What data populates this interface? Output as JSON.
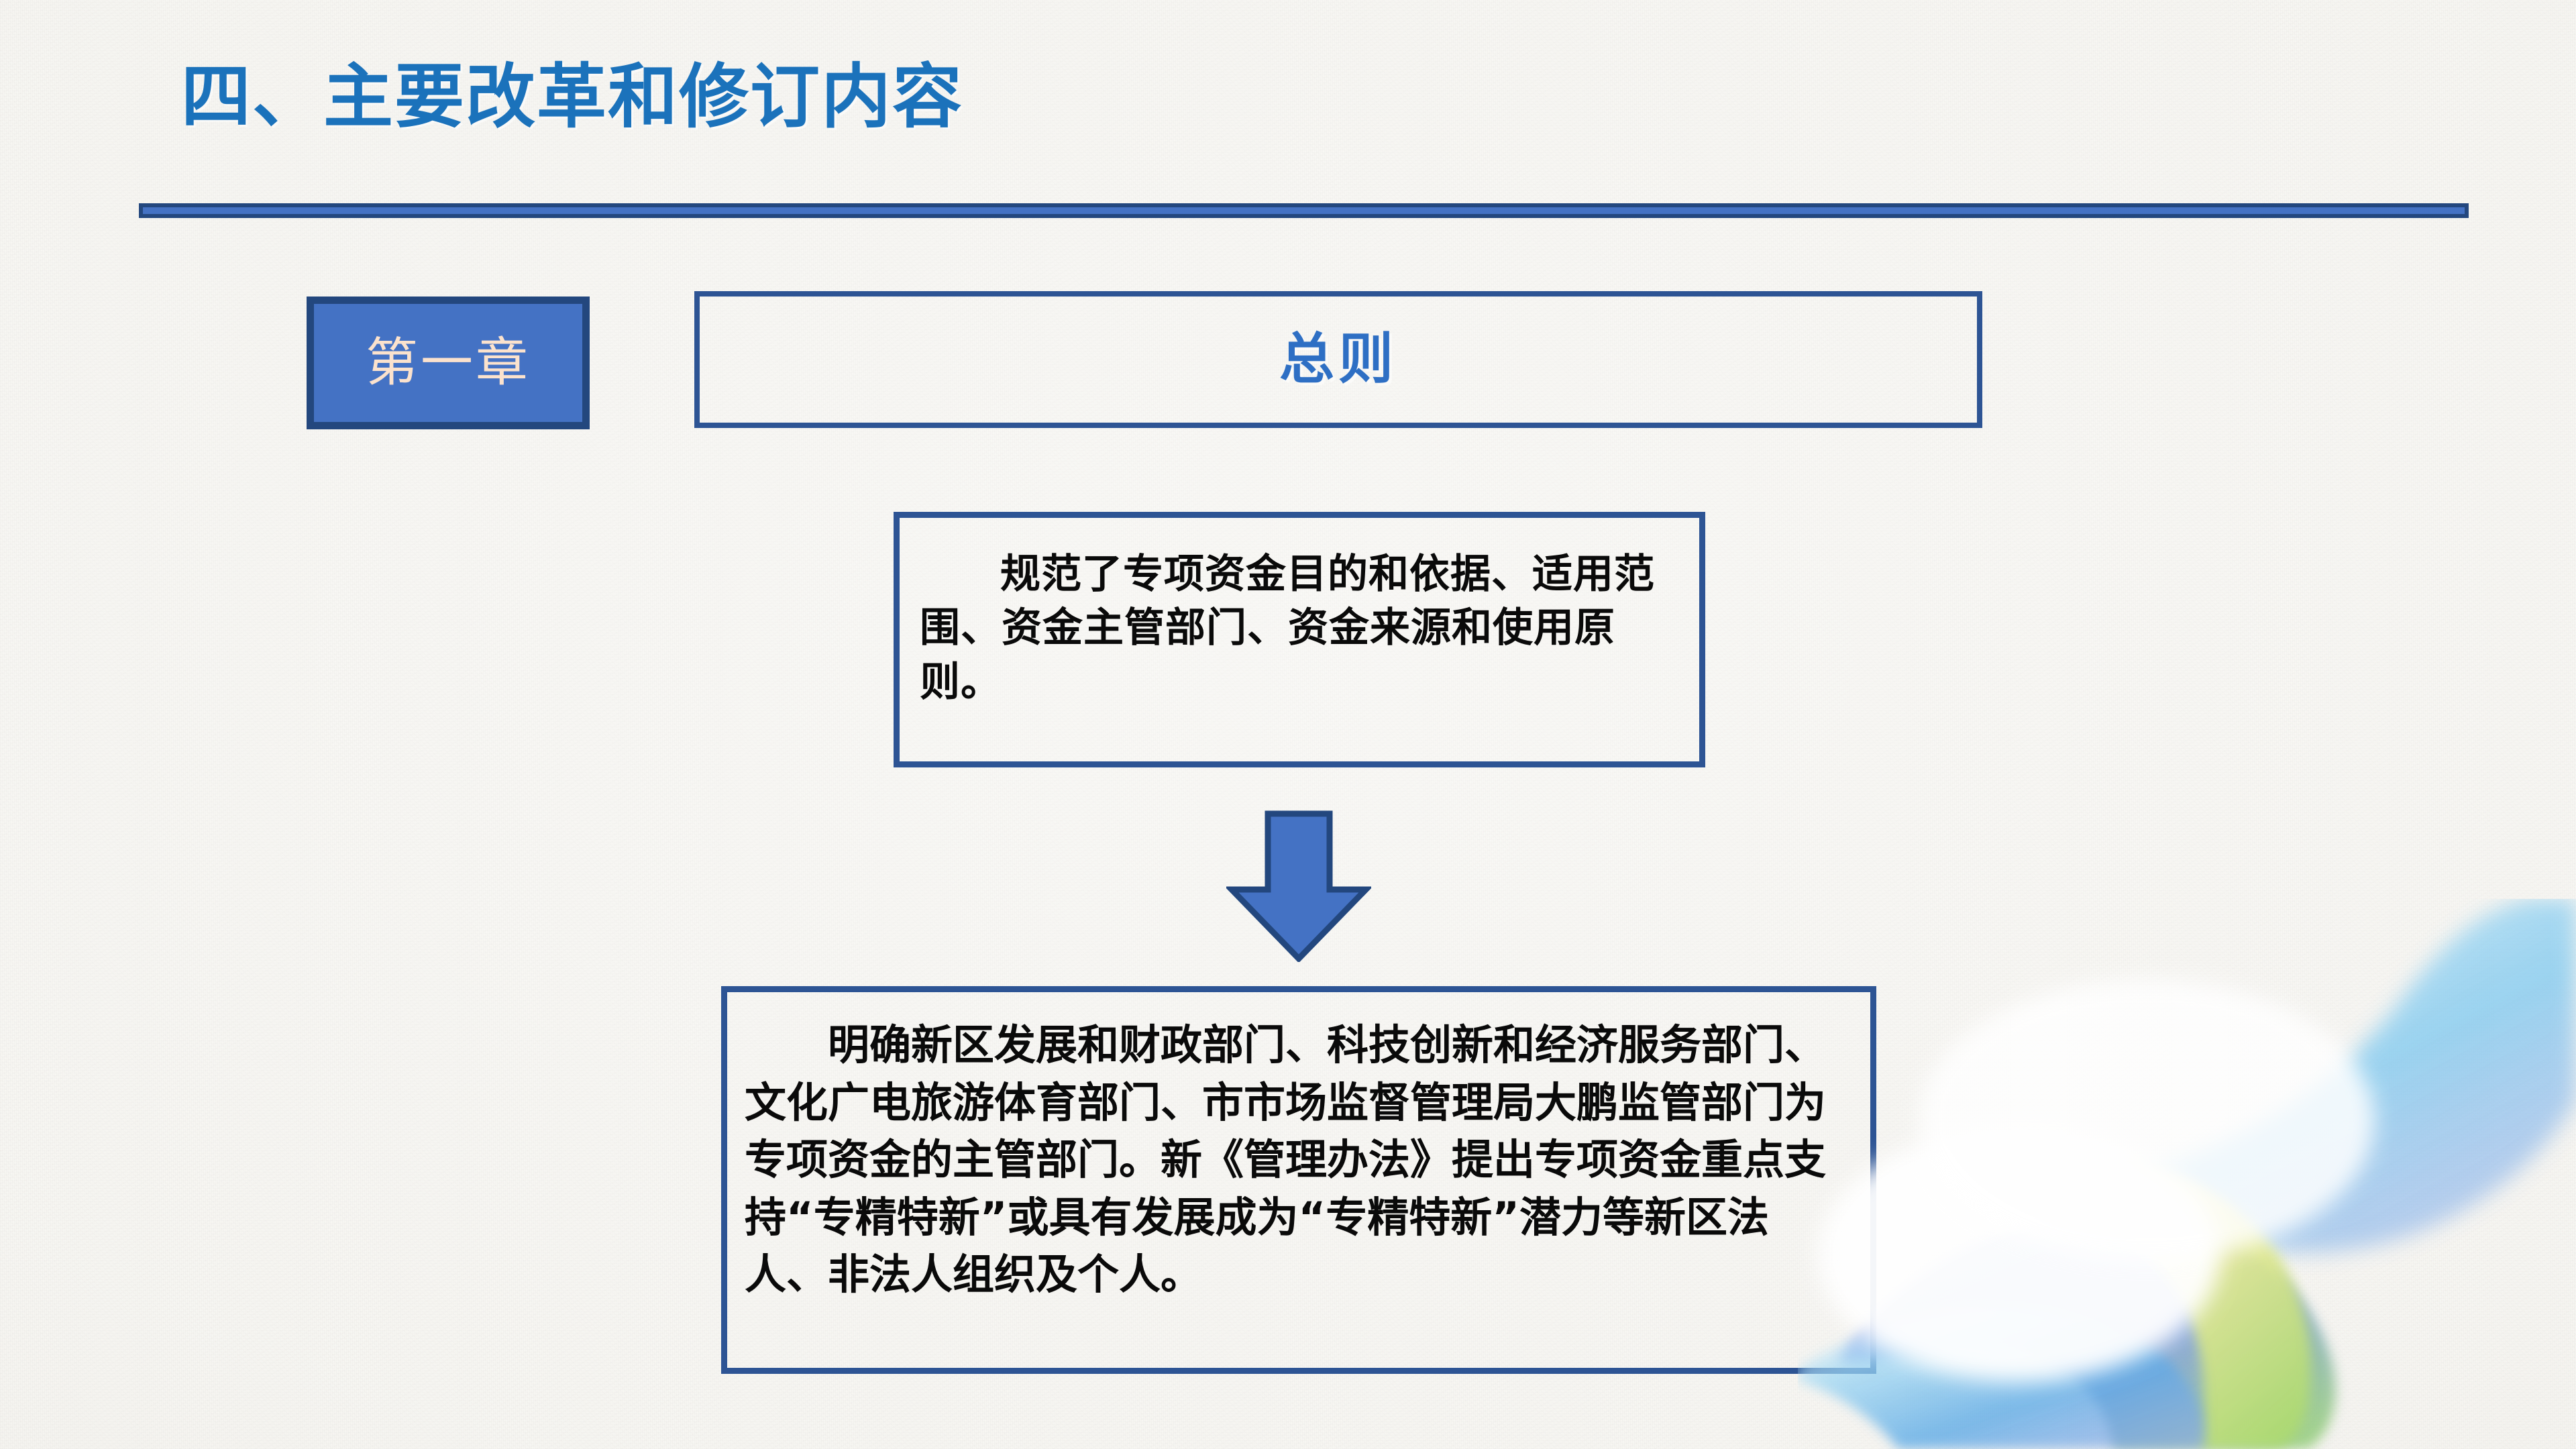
{
  "slide": {
    "title": "四、主要改革和修订内容",
    "background_color": "#f6f5f1"
  },
  "colors": {
    "title_blue": "#1b72bb",
    "rule_fill": "#4472c4",
    "rule_border": "#23477e",
    "badge_fill": "#4472c4",
    "badge_border": "#23477e",
    "badge_text": "#fbe2cd",
    "box_border": "#2d5494",
    "heading_text": "#2e6fc4",
    "body_text": "#0a0a0a",
    "arrow_fill": "#4472c4",
    "arrow_border": "#23477e"
  },
  "chapter": {
    "badge_label": "第一章",
    "heading_label": "总则"
  },
  "flow": {
    "arrow_icon": "down-arrow-icon",
    "boxes": [
      {
        "id": "box-one",
        "text": "规范了专项资金目的和依据、适用范围、资金主管部门、资金来源和使用原则。"
      },
      {
        "id": "box-two",
        "text": "明确新区发展和财政部门、科技创新和经济服务部门、文化广电旅游体育部门、市市场监督管理局大鹏监管部门为专项资金的主管部门。新《管理办法》提出专项资金重点支持“专精特新”或具有发展成为“专精特新”潜力等新区法人、非法人组织及个人。"
      }
    ]
  },
  "decoration": {
    "swoosh_icon": "ribbon-swoosh-decoration",
    "swoosh_colors": [
      "#7ec8ef",
      "#8fa9e8",
      "#f6ef9a",
      "#a5d86a",
      "#5aa9e6"
    ]
  }
}
